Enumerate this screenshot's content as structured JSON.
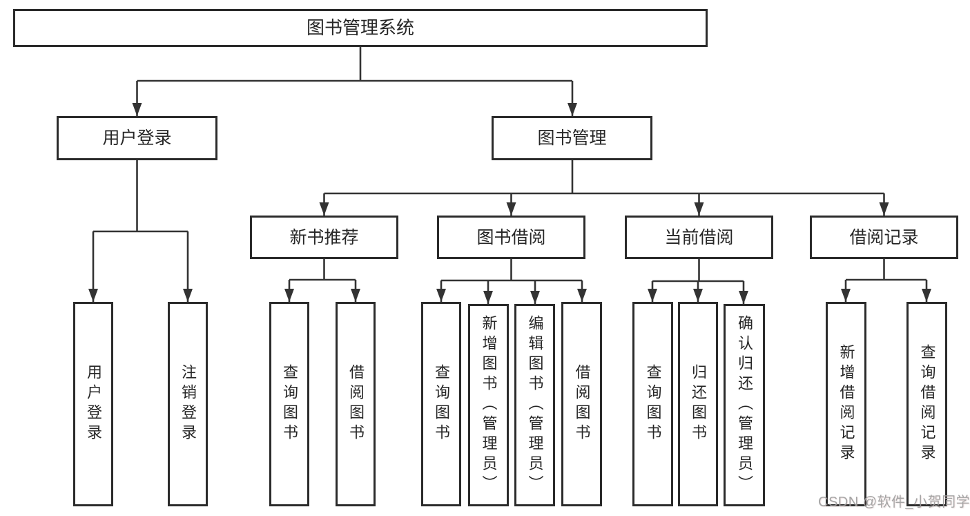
{
  "diagram_title": "图书管理系统",
  "watermark": {
    "text": "CSDN @软件_小贺同学"
  },
  "colors": {
    "line": "#333333",
    "box_border": "#2b2b2b",
    "box_fill": "#ffffff",
    "text": "#262626",
    "watermark": "#9e9e9e",
    "background": "#ffffff"
  },
  "nodes": [
    {
      "id": "root",
      "label": "图书管理系统",
      "level": 0,
      "parent": null,
      "vertical": false
    },
    {
      "id": "user-login",
      "label": "用户登录",
      "level": 1,
      "parent": "root",
      "vertical": false
    },
    {
      "id": "book-management",
      "label": "图书管理",
      "level": 1,
      "parent": "root",
      "vertical": false
    },
    {
      "id": "new-book-recommend",
      "label": "新书推荐",
      "level": 2,
      "parent": "book-management",
      "vertical": false
    },
    {
      "id": "book-borrow",
      "label": "图书借阅",
      "level": 2,
      "parent": "book-management",
      "vertical": false
    },
    {
      "id": "current-borrow",
      "label": "当前借阅",
      "level": 2,
      "parent": "book-management",
      "vertical": false
    },
    {
      "id": "borrow-record",
      "label": "借阅记录",
      "level": 2,
      "parent": "book-management",
      "vertical": false
    },
    {
      "id": "user-login-leaf",
      "label": "用户登录",
      "level": 3,
      "parent": "user-login",
      "vertical": true
    },
    {
      "id": "logout",
      "label": "注销登录",
      "level": 3,
      "parent": "user-login",
      "vertical": true
    },
    {
      "id": "query-books-1",
      "label": "查询图书",
      "level": 3,
      "parent": "new-book-recommend",
      "vertical": true
    },
    {
      "id": "borrow-books-1",
      "label": "借阅图书",
      "level": 3,
      "parent": "new-book-recommend",
      "vertical": true
    },
    {
      "id": "query-books-2",
      "label": "查询图书",
      "level": 3,
      "parent": "book-borrow",
      "vertical": true
    },
    {
      "id": "add-book",
      "label": "新增图书（管理员）",
      "level": 3,
      "parent": "book-borrow",
      "vertical": true
    },
    {
      "id": "edit-book",
      "label": "编辑图书（管理员）",
      "level": 3,
      "parent": "book-borrow",
      "vertical": true
    },
    {
      "id": "borrow-books-2",
      "label": "借阅图书",
      "level": 3,
      "parent": "book-borrow",
      "vertical": true
    },
    {
      "id": "query-books-3",
      "label": "查询图书",
      "level": 3,
      "parent": "current-borrow",
      "vertical": true
    },
    {
      "id": "return-book",
      "label": "归还图书",
      "level": 3,
      "parent": "current-borrow",
      "vertical": true
    },
    {
      "id": "confirm-return",
      "label": "确认归还（管理员）",
      "level": 3,
      "parent": "current-borrow",
      "vertical": true
    },
    {
      "id": "add-borrow-record",
      "label": "新增借阅记录",
      "level": 3,
      "parent": "borrow-record",
      "vertical": true
    },
    {
      "id": "query-borrow-record",
      "label": "查询借阅记录",
      "level": 3,
      "parent": "borrow-record",
      "vertical": true
    }
  ]
}
